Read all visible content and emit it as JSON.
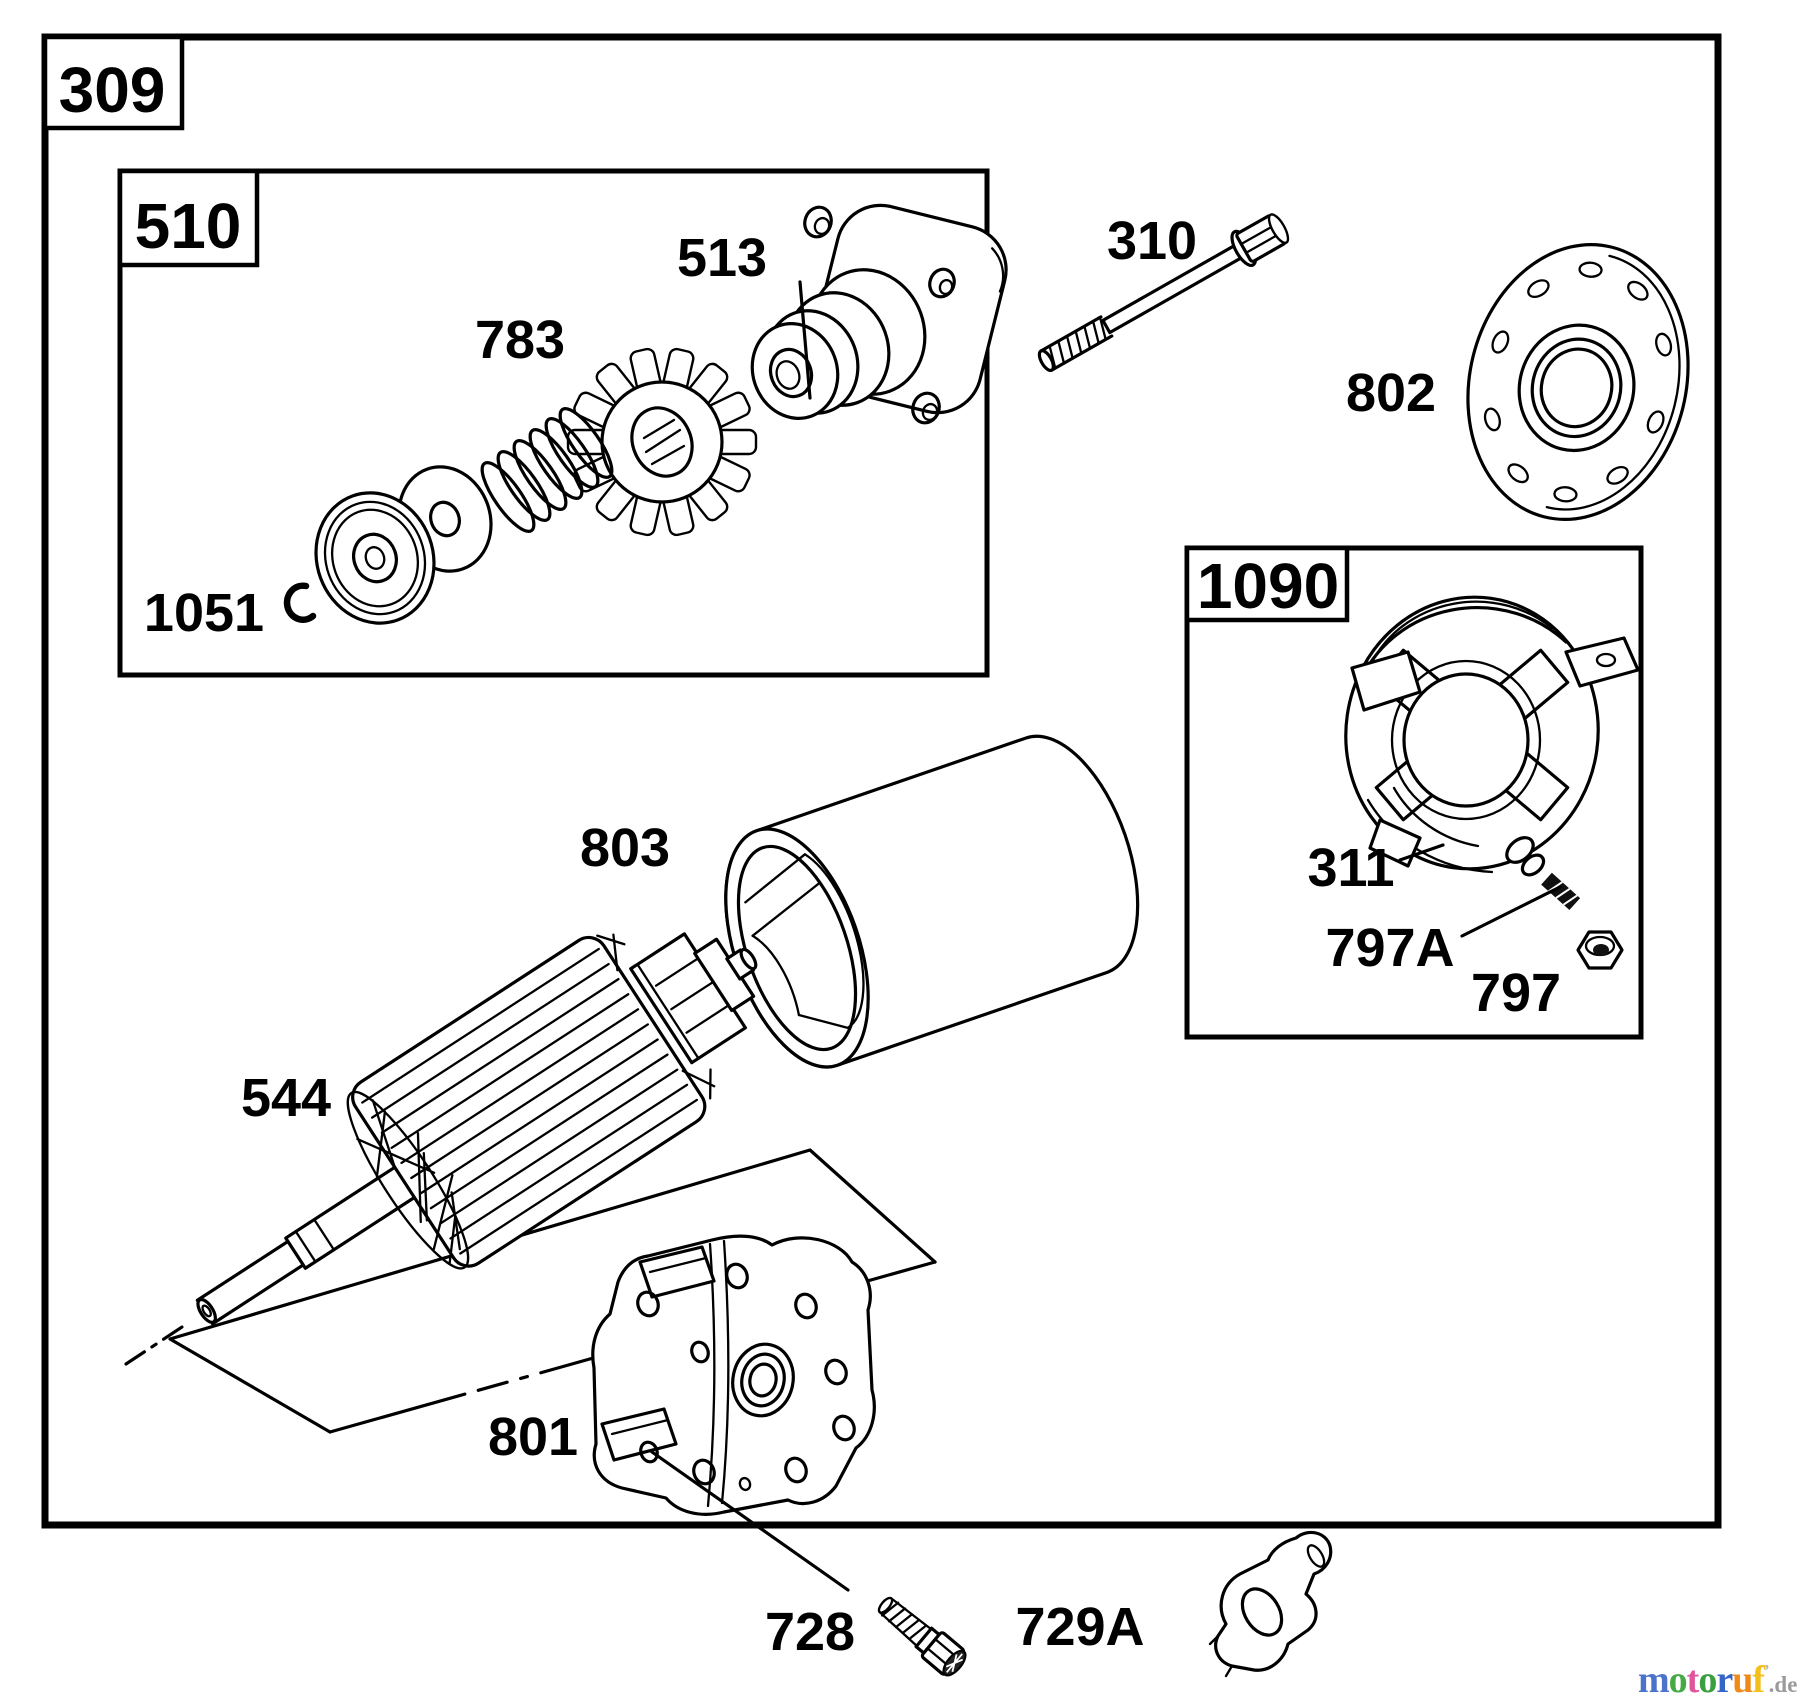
{
  "page": {
    "background": "#ffffff",
    "ink": "#000000"
  },
  "frames": {
    "main": {
      "label": "309"
    },
    "drive": {
      "label": "510"
    },
    "brush": {
      "label": "1090"
    }
  },
  "parts": {
    "p513": "513",
    "p783": "783",
    "p1051": "1051",
    "p310": "310",
    "p802": "802",
    "p311": "311",
    "p797a": "797A",
    "p797": "797",
    "p803": "803",
    "p544": "544",
    "p801": "801",
    "p728": "728",
    "p729a": "729A"
  },
  "watermark": {
    "letters": [
      {
        "ch": "m",
        "color": "#4a73c9"
      },
      {
        "ch": "o",
        "color": "#45a946"
      },
      {
        "ch": "t",
        "color": "#e1559c"
      },
      {
        "ch": "o",
        "color": "#3b9e41"
      },
      {
        "ch": "r",
        "color": "#3565c6"
      },
      {
        "ch": "u",
        "color": "#ee8a18"
      },
      {
        "ch": "f",
        "color": "#f2bf1b"
      }
    ],
    "tick": "’",
    "tick_color": "#b5b5b5",
    "tld": ".de",
    "tld_color": "#9b9b9b"
  }
}
